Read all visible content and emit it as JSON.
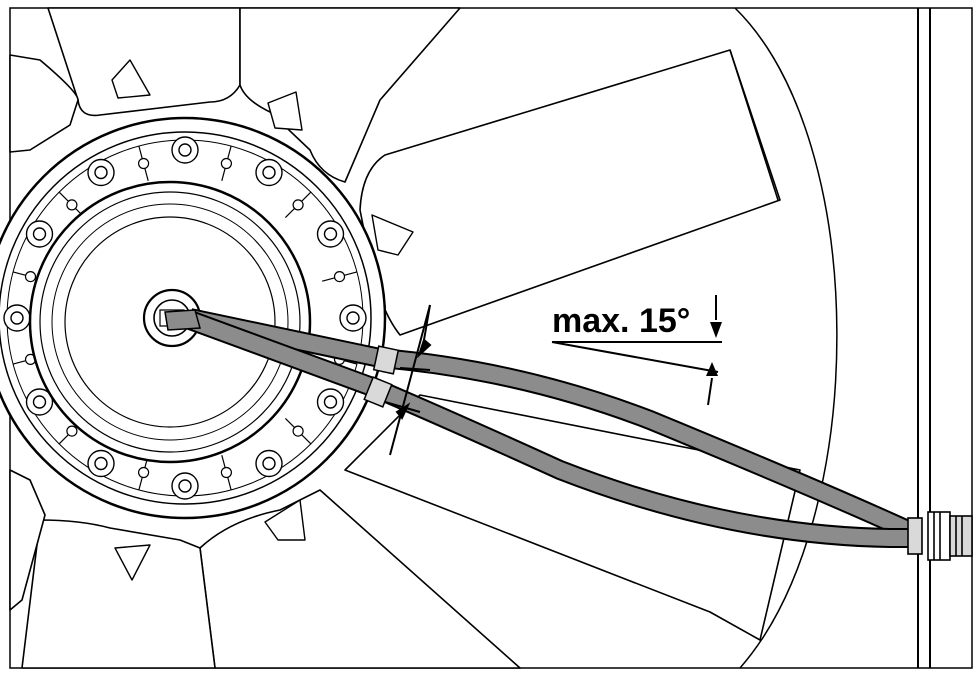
{
  "diagram": {
    "annotation": {
      "angle_label": "max. 15°",
      "max_angle_degrees": 15
    },
    "fan": {
      "blade_count": 7,
      "hub_bolt_count": 12
    },
    "colors": {
      "line": "#000000",
      "background": "#ffffff",
      "cable_fill": "#8c8c8c",
      "gland_fill": "#d9d9d9"
    }
  }
}
